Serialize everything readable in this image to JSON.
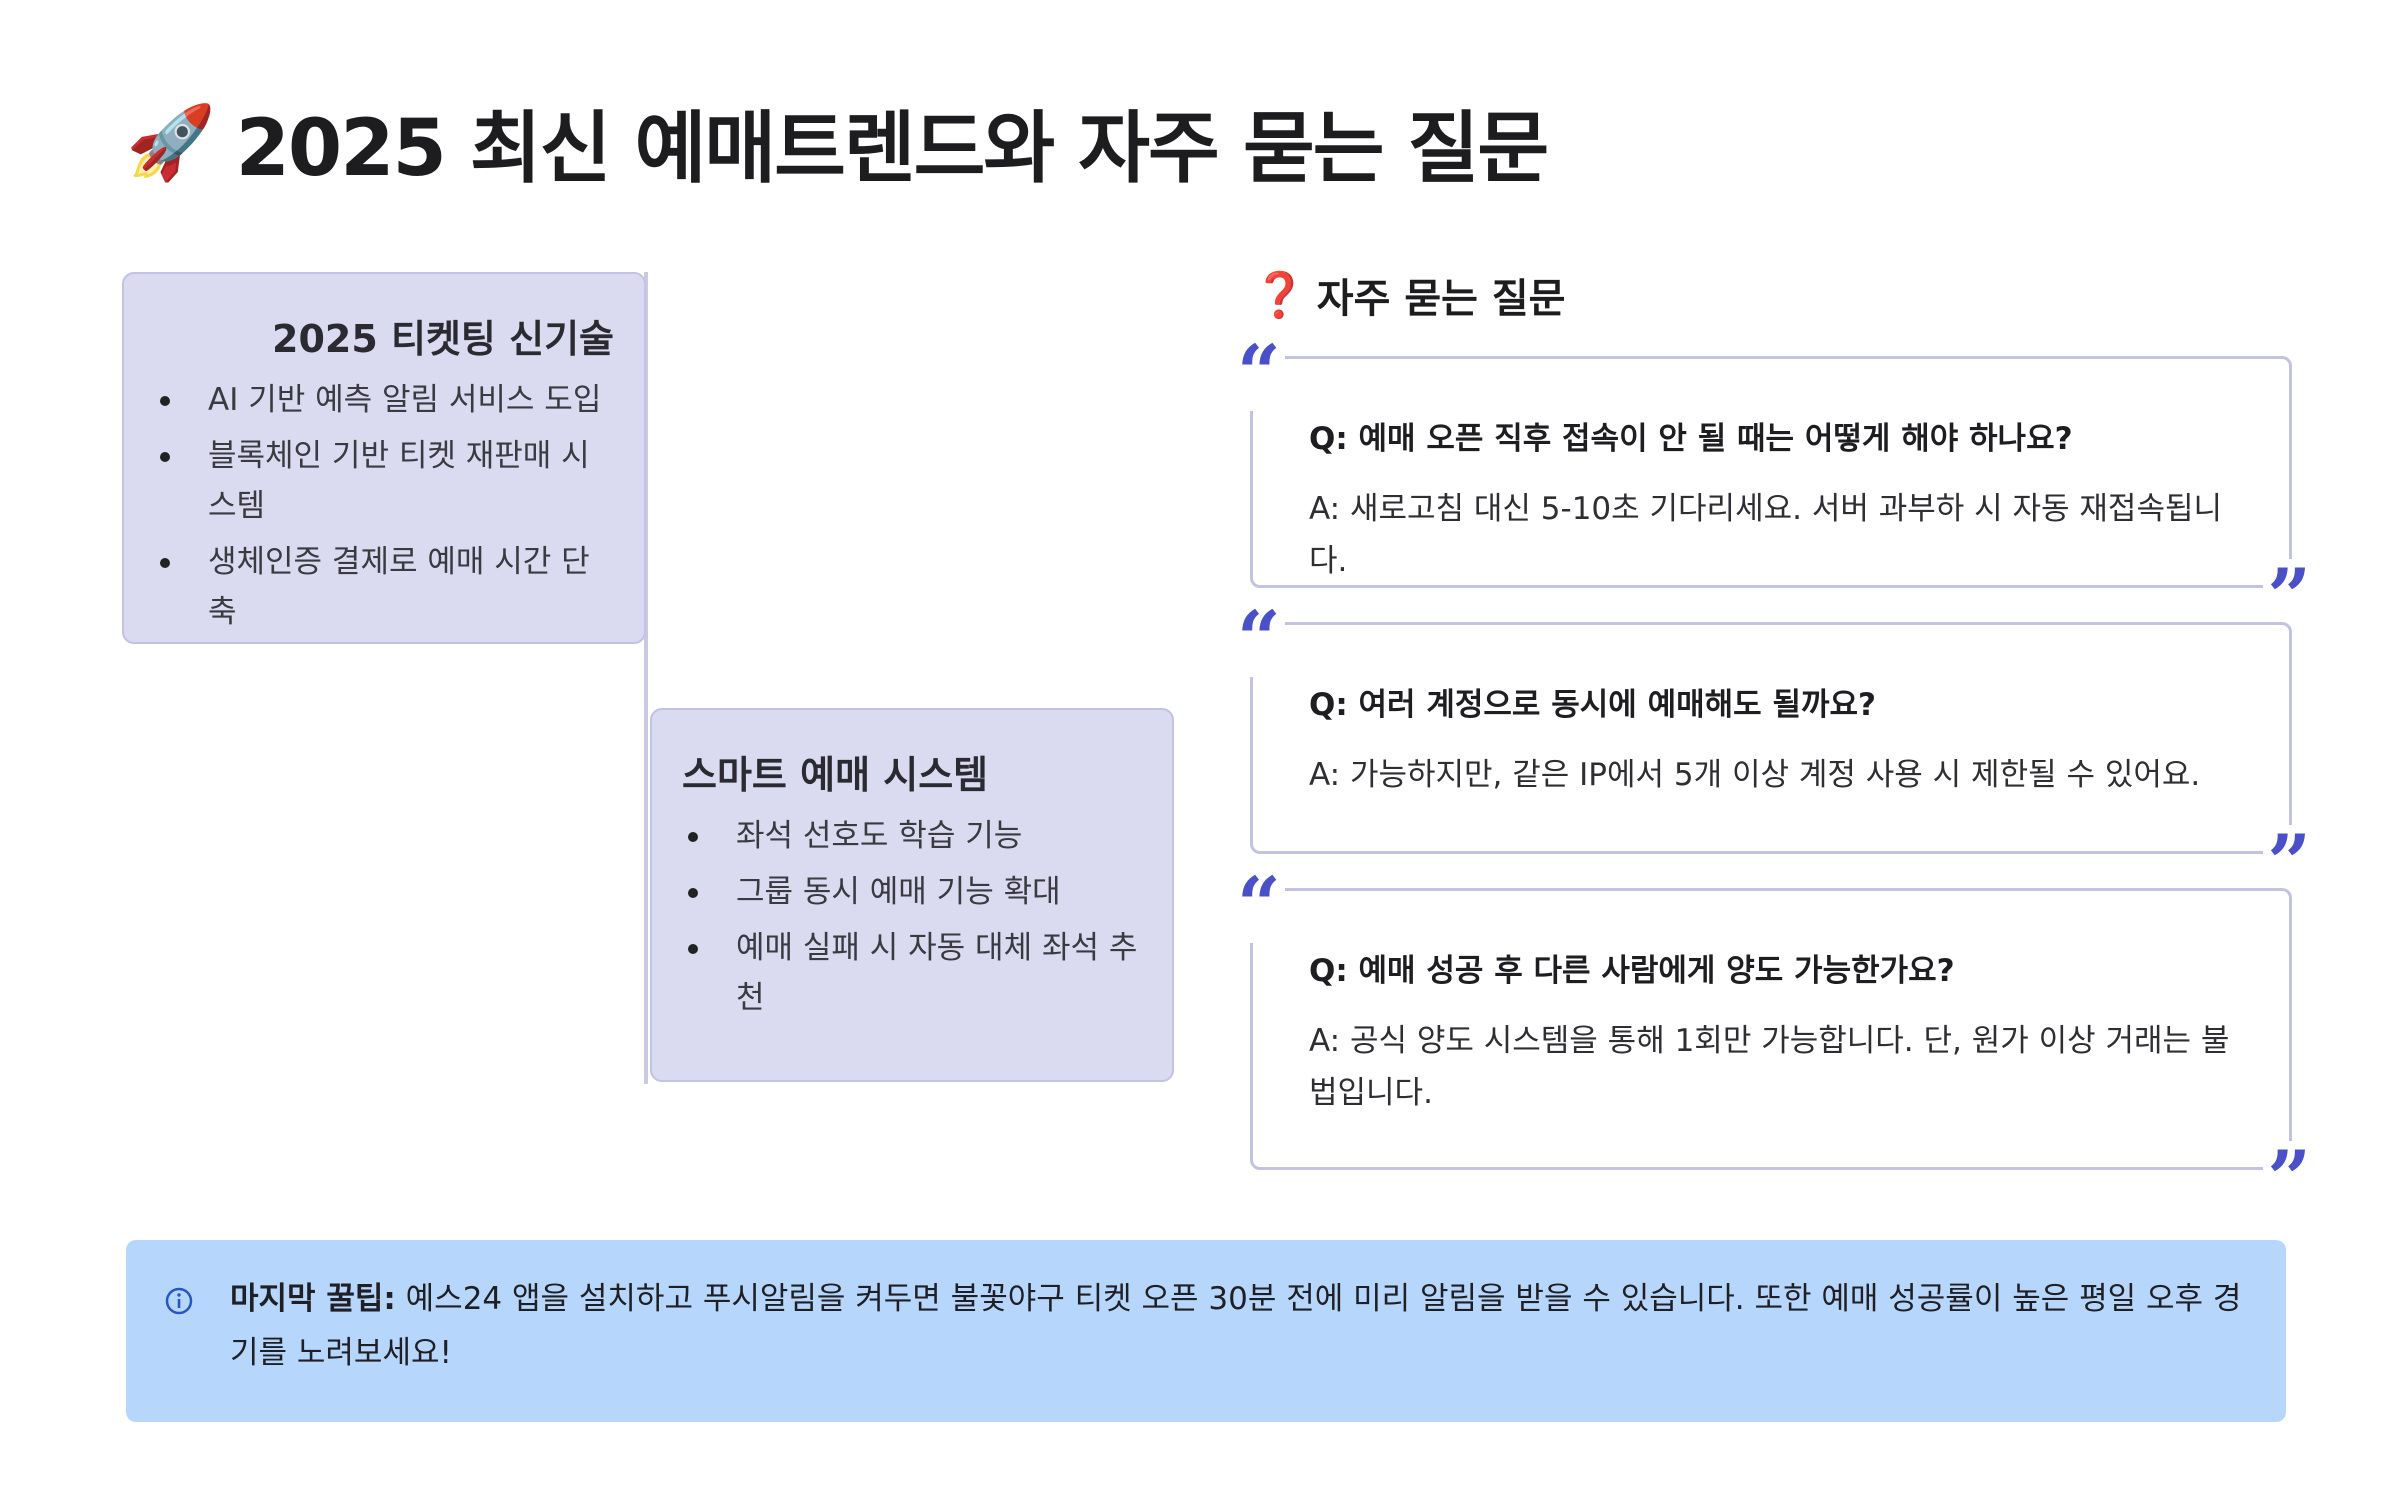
{
  "title": {
    "emoji": "🚀",
    "text": "2025 최신 예매트렌드와 자주 묻는 질문"
  },
  "timeline": [
    {
      "heading": "2025 티켓팅 신기술",
      "items": [
        "AI 기반 예측 알림 서비스 도입",
        "블록체인 기반 티켓 재판매 시스템",
        "생체인증 결제로 예매 시간 단축"
      ]
    },
    {
      "heading": "스마트 예매 시스템",
      "items": [
        "좌석 선호도 학습 기능",
        "그룹 동시 예매 기능 확대",
        "예매 실패 시 자동 대체 좌석 추천"
      ]
    }
  ],
  "faq": {
    "icon": "❓",
    "heading": "자주 묻는 질문",
    "items": [
      {
        "q": "Q: 예매 오픈 직후 접속이 안 될 때는 어떻게 해야 하나요?",
        "a": "A: 새로고침 대신 5-10초 기다리세요. 서버 과부하 시 자동 재접속됩니다."
      },
      {
        "q": "Q: 여러 계정으로 동시에 예매해도 될까요?",
        "a": "A: 가능하지만, 같은 IP에서 5개 이상 계정 사용 시 제한될 수 있어요."
      },
      {
        "q": "Q: 예매 성공 후 다른 사람에게 양도 가능한가요?",
        "a": "A: 공식 양도 시스템을 통해 1회만 가능합니다. 단, 원가 이상 거래는 불법입니다."
      }
    ],
    "quote_open": "“",
    "quote_close": "”"
  },
  "tip": {
    "icon": "info-icon",
    "label": "마지막 꿀팁:",
    "text": " 예스24 앱을 설치하고 푸시알림을 켜두면 불꽃야구 티켓 오픈 30분 전에 미리 알림을 받을 수 있습니다. 또한 예매 성공률이 높은 평일 오후 경기를 노려보세요!"
  }
}
